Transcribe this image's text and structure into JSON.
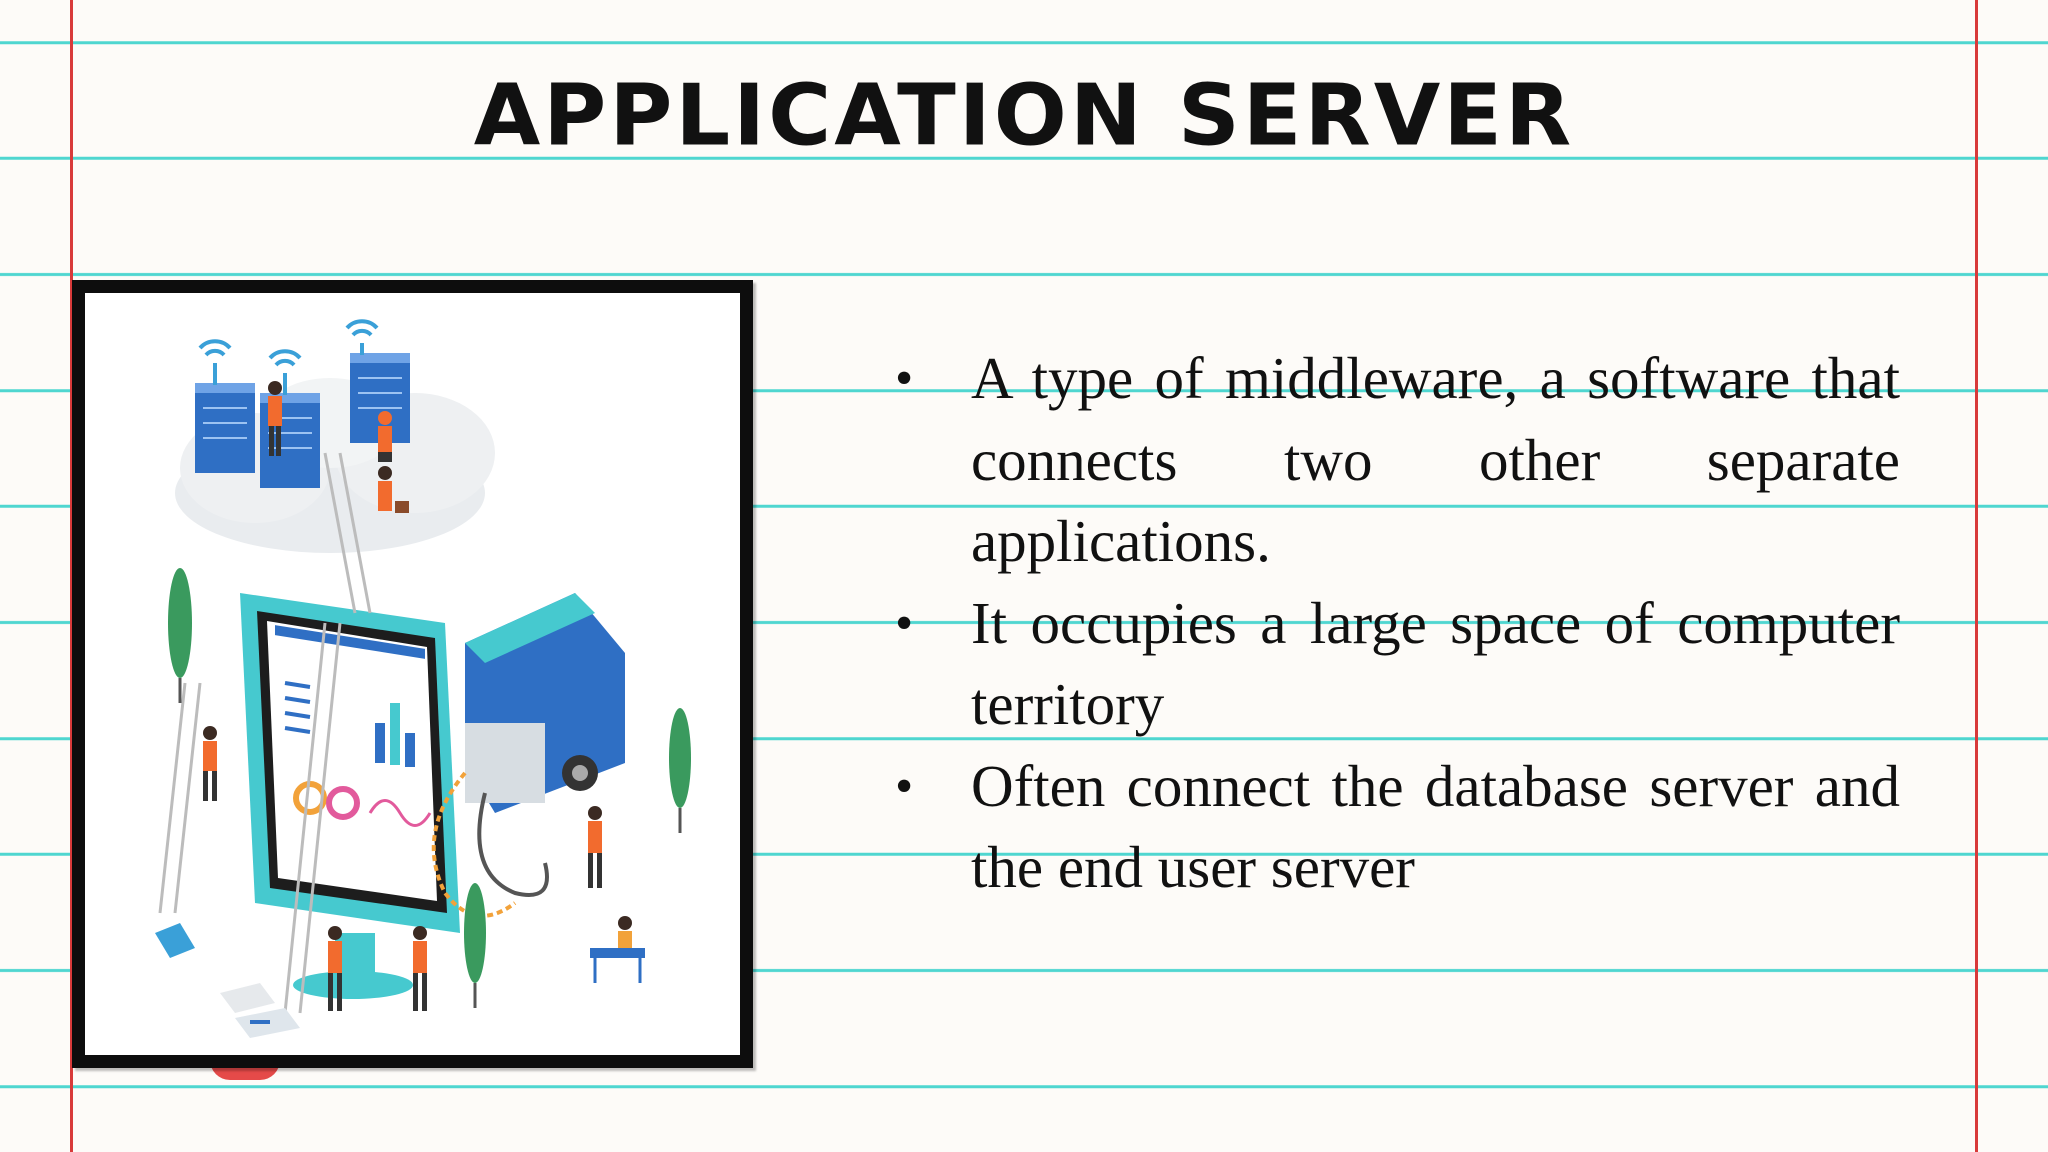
{
  "slide": {
    "title": "APPLICATION SERVER",
    "bullets": [
      "A type of middleware, a software that connects two other separate applications.",
      "It occupies a large space of computer territory",
      "Often connect the database server and the end user server"
    ]
  },
  "illustration": {
    "icon": "application-server-illustration"
  },
  "colors": {
    "rule_lines": "#4fd6d0",
    "margin_lines": "#d83a3a",
    "accent_blue": "#2f6fc4",
    "accent_teal": "#46c9cf",
    "accent_orange": "#f26b2e"
  }
}
